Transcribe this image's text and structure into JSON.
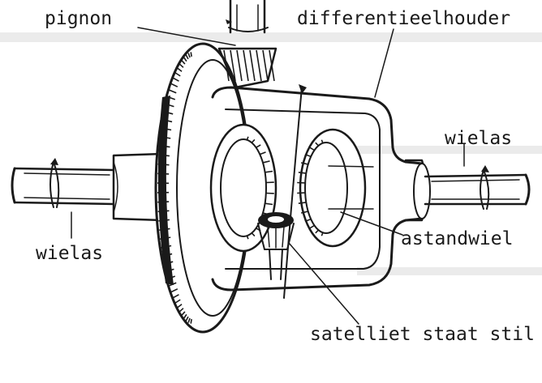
{
  "labels": {
    "pinion": "pignon",
    "carrier": "differentieelhouder",
    "axle_right": "wielas",
    "axle_left": "wielas",
    "side_gear": "astandwiel",
    "planet": "satelliet staat stil"
  },
  "colors": {
    "ink": "#1a1a1a",
    "paper": "#ffffff",
    "shade": "#d9d9d9"
  }
}
